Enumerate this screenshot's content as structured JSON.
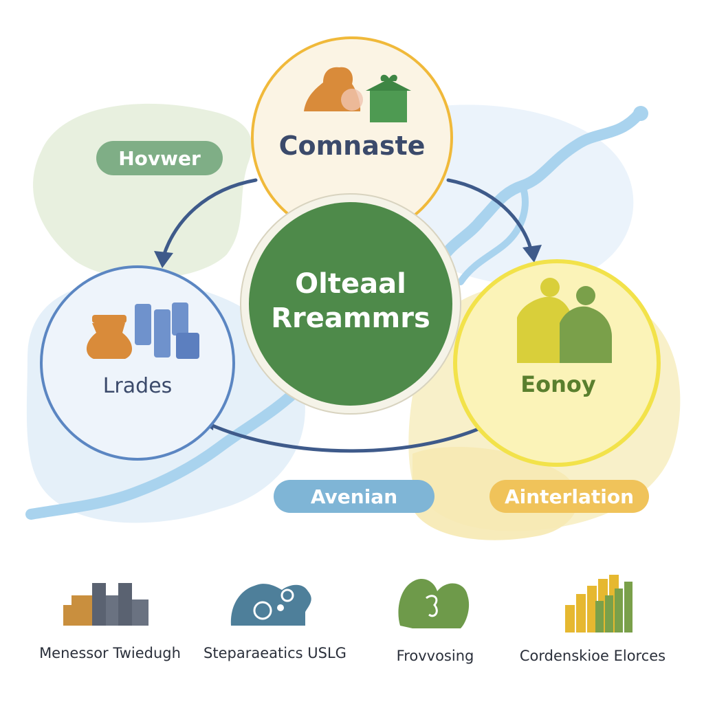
{
  "diagram": {
    "center": {
      "line1": "Olteaal",
      "line2": "Rreammrs",
      "fill": "#4e8a4a"
    },
    "nodes": {
      "top": {
        "label": "Comnaste",
        "ring": "#f0b93a",
        "fill": "#fbf4e4",
        "text_color": "#3b4a6b"
      },
      "left": {
        "label": "Lrades",
        "ring": "#5b86c2",
        "fill": "#eef4fb",
        "text_color": "#3b4a6b"
      },
      "right": {
        "label": "Eonoy",
        "ring": "#f2e24a",
        "fill": "#fbf3b8",
        "text_color": "#5a7f2e"
      }
    },
    "tags": {
      "hovwer": {
        "label": "Hovwer",
        "bg": "#7fae86",
        "color": "#ffffff"
      },
      "avenian": {
        "label": "Avenian",
        "bg": "#7fb5d6",
        "color": "#ffffff"
      },
      "ainterlation": {
        "label": "Ainterlation",
        "bg": "#f0c35a",
        "color": "#ffffff"
      }
    },
    "arrow_color": "#3e5a8a"
  },
  "legend": [
    {
      "label": "Menessor Twiedugh",
      "icon": "factory-icon"
    },
    {
      "label": "Steparaeatics USLG",
      "icon": "cloud-gear-icon"
    },
    {
      "label": "Frovvosing",
      "icon": "tree-icon"
    },
    {
      "label": "Cordenskioe Elorces",
      "icon": "bar-growth-icon"
    }
  ]
}
